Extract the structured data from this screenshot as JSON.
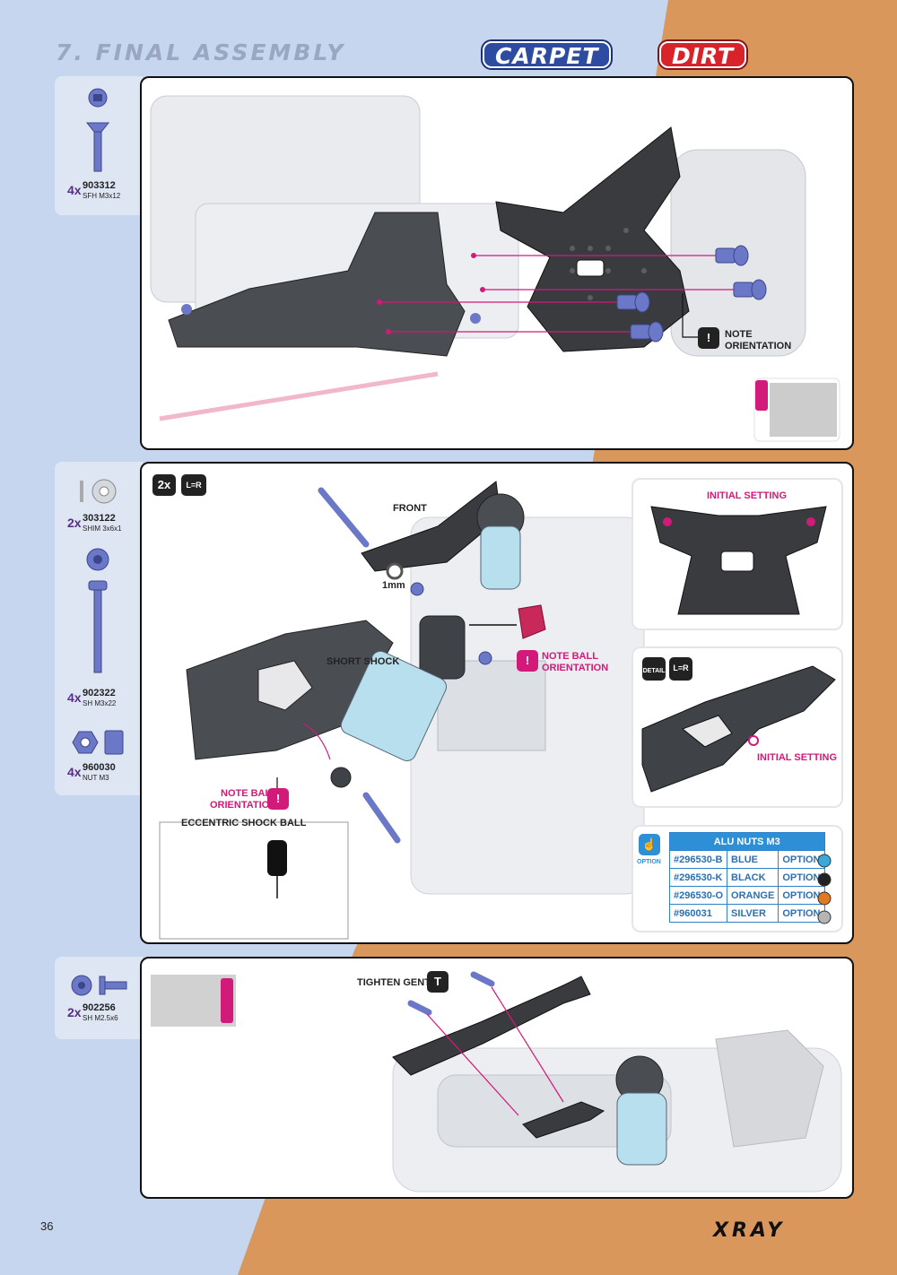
{
  "page": {
    "title": "7. FINAL ASSEMBLY",
    "tag_carpet": "CARPET",
    "tag_dirt": "DIRT",
    "page_number": "36",
    "logo": "XRAY"
  },
  "colors": {
    "background_left": "#c5d6ee",
    "background_right": "#d9975c",
    "accent_pink": "#d11a7a",
    "screw_blue": "#6b78c8",
    "table_blue": "#2d8fd6"
  },
  "step1": {
    "parts": [
      {
        "qty": "4x",
        "code": "903312",
        "desc": "SFH M3x12",
        "icon": "flat-head-screw-icon"
      }
    ],
    "labels": {
      "note_orientation": [
        "NOTE",
        "ORIENTATION"
      ]
    }
  },
  "step2": {
    "parts": [
      {
        "qty": "2x",
        "code": "303122",
        "desc": "SHIM 3x6x1",
        "icon": "shim-icon"
      },
      {
        "qty": "4x",
        "code": "902322",
        "desc": "SH M3x22",
        "icon": "socket-head-screw-icon"
      },
      {
        "qty": "4x",
        "code": "960030",
        "desc": "NUT M3",
        "icon": "nut-icon"
      }
    ],
    "badges": {
      "count": "2x",
      "side": "L=R"
    },
    "labels": {
      "front": "FRONT",
      "shim_size": "1mm",
      "short_shock": "SHORT SHOCK",
      "note_ball_orientation": [
        "NOTE BALL",
        "ORIENTATION"
      ],
      "note_ball_orientation_left": [
        "NOTE BALL",
        "ORIENTATION"
      ],
      "eccentric_shock_ball": "ECCENTRIC SHOCK BALL",
      "initial_setting_top": "INITIAL SETTING",
      "initial_setting_arm": "INITIAL SETTING",
      "detail": "DETAIL",
      "option": "OPTION"
    },
    "option_table": {
      "header": "ALU NUTS M3",
      "rows": [
        {
          "code": "#296530-B",
          "color": "BLUE",
          "status": "OPTION",
          "swatch": "#3aa9d9"
        },
        {
          "code": "#296530-K",
          "color": "BLACK",
          "status": "OPTION",
          "swatch": "#222222"
        },
        {
          "code": "#296530-O",
          "color": "ORANGE",
          "status": "OPTION",
          "swatch": "#e07a22"
        },
        {
          "code": "#960031",
          "color": "SILVER",
          "status": "OPTION",
          "swatch": "#b5b5b5"
        }
      ]
    }
  },
  "step3": {
    "parts": [
      {
        "qty": "2x",
        "code": "902256",
        "desc": "SH M2.5x6",
        "icon": "button-head-screw-icon"
      }
    ],
    "labels": {
      "tighten_gently": "TIGHTEN GENTLY"
    }
  }
}
